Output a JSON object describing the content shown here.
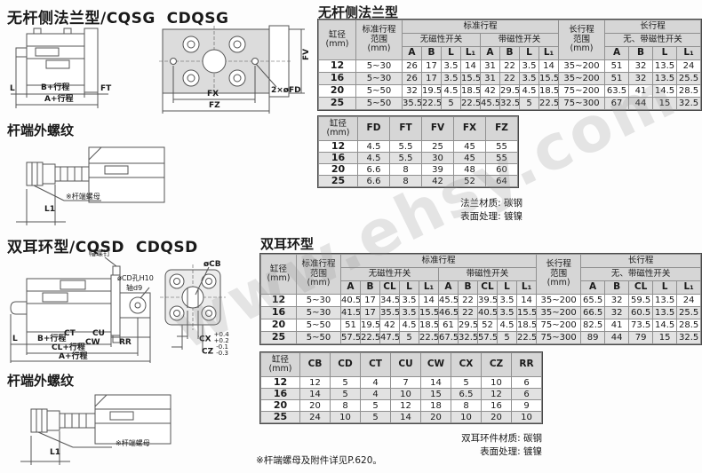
{
  "watermark": "www.ehsy.com",
  "footnote": "※杆端螺母及附件详见P.620。",
  "left": {
    "flange_title": "无杆侧法兰型/CQSG  CDQSG",
    "rod_thread_title": "杆端外螺纹",
    "clevis_title": "双耳环型/CQSD  CDQSD",
    "rod_thread_title2": "杆端外螺纹",
    "flange_side": {
      "L": "L",
      "B_stroke": "B+行程",
      "FT": "FT",
      "A_stroke": "A+行程"
    },
    "flange_front": {
      "FV": "FV",
      "FX": "FX",
      "FZ": "FZ",
      "FD": "2×øFD"
    },
    "rod_thread": {
      "nut": "※杆端螺母",
      "L1": "L1"
    },
    "rod_thread2": {
      "nut": "※杆端螺母",
      "L1": "L1"
    },
    "clevis_side": {
      "cap_screw": "帽螺钉",
      "cd_hole": "øCD孔H10",
      "shaft": "轴d9",
      "CT": "CT",
      "CU": "CU",
      "CW": "CW",
      "RR": "RR",
      "L": "L",
      "B_stroke": "B+行程",
      "CL_stroke": "CL+行程",
      "A_stroke": "A+行程"
    },
    "clevis_front": {
      "CB": "øCB",
      "CX": "CX",
      "CX_tol": "+0.4\n+0.2",
      "CZ": "CZ",
      "CZ_tol": "-0.1\n-0.3"
    }
  },
  "flange": {
    "title": "无杆侧法兰型",
    "t1": {
      "h_bore": "缸径\n(mm)",
      "h_std_range": "标准行程\n范围\n(mm)",
      "h_std": "标准行程",
      "h_no": "无磁性开关",
      "h_with": "带磁性开关",
      "h_long_range": "长行程\n范围\n(mm)",
      "h_long": "长行程",
      "h_both": "无、带磁性开关",
      "cols": [
        "A",
        "B",
        "L",
        "L₁"
      ],
      "rows": [
        {
          "bore": "12",
          "cells": [
            "5~30",
            "26",
            "17",
            "3.5",
            "14",
            "31",
            "22",
            "3.5",
            "14",
            "35~200",
            "51",
            "32",
            "13.5",
            "24"
          ]
        },
        {
          "bore": "16",
          "cells": [
            "5~30",
            "26",
            "17",
            "3.5",
            "15.5",
            "31",
            "22",
            "3.5",
            "15.5",
            "35~200",
            "51",
            "32",
            "13.5",
            "25.5"
          ]
        },
        {
          "bore": "20",
          "cells": [
            "5~50",
            "32",
            "19.5",
            "4.5",
            "18.5",
            "42",
            "29.5",
            "4.5",
            "18.5",
            "75~200",
            "63.5",
            "41",
            "14.5",
            "28.5"
          ]
        },
        {
          "bore": "25",
          "cells": [
            "5~50",
            "35.5",
            "22.5",
            "5",
            "22.5",
            "45.5",
            "32.5",
            "5",
            "22.5",
            "75~300",
            "67",
            "44",
            "15",
            "32.5"
          ]
        }
      ]
    },
    "t2": {
      "h_bore": "缸径\n(mm)",
      "cols": [
        "FD",
        "FT",
        "FV",
        "FX",
        "FZ"
      ],
      "rows": [
        {
          "bore": "12",
          "cells": [
            "4.5",
            "5.5",
            "25",
            "45",
            "55"
          ]
        },
        {
          "bore": "16",
          "cells": [
            "4.5",
            "5.5",
            "30",
            "45",
            "55"
          ]
        },
        {
          "bore": "20",
          "cells": [
            "6.6",
            "8",
            "39",
            "48",
            "60"
          ]
        },
        {
          "bore": "25",
          "cells": [
            "6.6",
            "8",
            "42",
            "52",
            "64"
          ]
        }
      ]
    },
    "note1": "法兰材质: 碳钢",
    "note2": "表面处理: 镀镍"
  },
  "clevis": {
    "title": "双耳环型",
    "t3": {
      "h_bore": "缸径\n(mm)",
      "h_std_range": "标准行程\n范围\n(mm)",
      "h_std": "标准行程",
      "h_no": "无磁性开关",
      "h_with": "带磁性开关",
      "h_long_range": "长行程\n范围\n(mm)",
      "h_long": "长行程",
      "h_both": "无、带磁性开关",
      "cols": [
        "A",
        "B",
        "CL",
        "L",
        "L₁"
      ],
      "rows": [
        {
          "bore": "12",
          "cells": [
            "5~30",
            "40.5",
            "17",
            "34.5",
            "3.5",
            "14",
            "45.5",
            "22",
            "39.5",
            "3.5",
            "14",
            "35~200",
            "65.5",
            "32",
            "59.5",
            "13.5",
            "24"
          ]
        },
        {
          "bore": "16",
          "cells": [
            "5~30",
            "41.5",
            "17",
            "35.5",
            "3.5",
            "15.5",
            "46.5",
            "22",
            "40.5",
            "3.5",
            "15.5",
            "35~200",
            "66.5",
            "32",
            "60.5",
            "13.5",
            "25.5"
          ]
        },
        {
          "bore": "20",
          "cells": [
            "5~50",
            "51",
            "19.5",
            "42",
            "4.5",
            "18.5",
            "61",
            "29.5",
            "52",
            "4.5",
            "18.5",
            "75~200",
            "82.5",
            "41",
            "73.5",
            "14.5",
            "28.5"
          ]
        },
        {
          "bore": "25",
          "cells": [
            "5~50",
            "57.5",
            "22.5",
            "47.5",
            "5",
            "22.5",
            "67.5",
            "32.5",
            "57.5",
            "5",
            "22.5",
            "75~300",
            "89",
            "44",
            "79",
            "15",
            "32.5"
          ]
        }
      ]
    },
    "t4": {
      "h_bore": "缸径\n(mm)",
      "cols": [
        "CB",
        "CD",
        "CT",
        "CU",
        "CW",
        "CX",
        "CZ",
        "RR"
      ],
      "rows": [
        {
          "bore": "12",
          "cells": [
            "12",
            "5",
            "4",
            "7",
            "14",
            "5",
            "10",
            "6"
          ]
        },
        {
          "bore": "16",
          "cells": [
            "14",
            "5",
            "4",
            "10",
            "15",
            "6.5",
            "12",
            "6"
          ]
        },
        {
          "bore": "20",
          "cells": [
            "20",
            "8",
            "5",
            "12",
            "18",
            "8",
            "16",
            "9"
          ]
        },
        {
          "bore": "25",
          "cells": [
            "24",
            "10",
            "5",
            "14",
            "20",
            "10",
            "20",
            "10"
          ]
        }
      ]
    },
    "note1": "双耳环件材质: 碳钢",
    "note2": "表面处理: 镀镍"
  }
}
